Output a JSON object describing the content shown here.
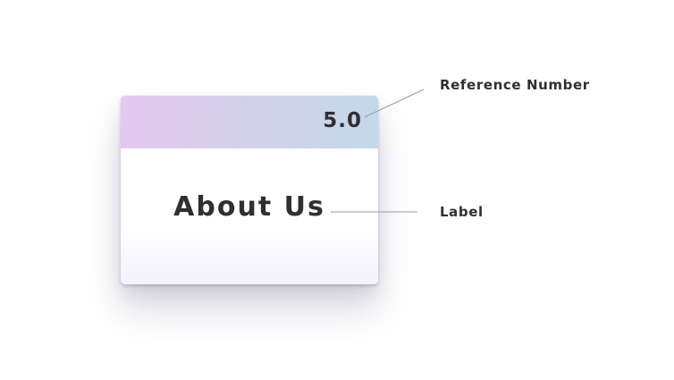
{
  "card": {
    "reference_number": "5.0",
    "label": "About Us"
  },
  "annotations": {
    "reference_number": "Reference Number",
    "label": "Label"
  },
  "colors": {
    "header_gradient_start": "#e4c8f0",
    "header_gradient_end": "#c4d8ea",
    "text": "#2f2f35",
    "leader_line": "#9a9aa0"
  }
}
